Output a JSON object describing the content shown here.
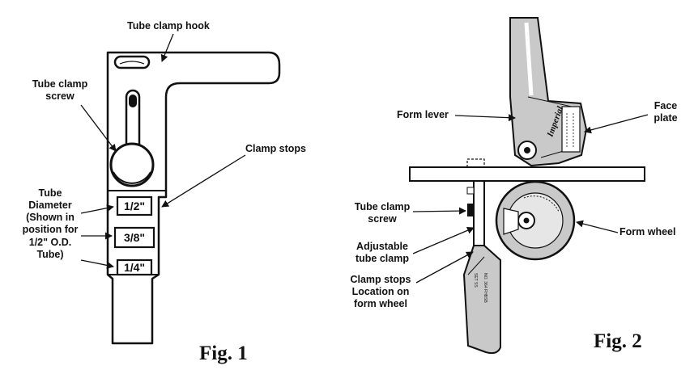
{
  "fig1": {
    "caption": "Fig. 1",
    "labels": {
      "hook": "Tube clamp hook",
      "screw_line1": "Tube clamp",
      "screw_line2": "screw",
      "clamp_stops": "Clamp stops",
      "diam_line1": "Tube",
      "diam_line2": "Diameter",
      "diam_line3": "(Shown in",
      "diam_line4": "position for",
      "diam_line5": "1/2\" O.D.",
      "diam_line6": "Tube)"
    },
    "stops": [
      "1/2\"",
      "3/8\"",
      "1/4\""
    ]
  },
  "fig2": {
    "caption": "Fig. 2",
    "labels": {
      "form_lever": "Form lever",
      "face_plate_line1": "Face",
      "face_plate_line2": "plate",
      "screw_line1": "Tube clamp",
      "screw_line2": "screw",
      "adjustable_line1": "Adjustable",
      "adjustable_line2": "tube clamp",
      "stops_line1": "Clamp stops",
      "stops_line2": "Location on",
      "stops_line3": "form wheel",
      "form_wheel": "Form wheel"
    },
    "brand": "Imperial"
  }
}
